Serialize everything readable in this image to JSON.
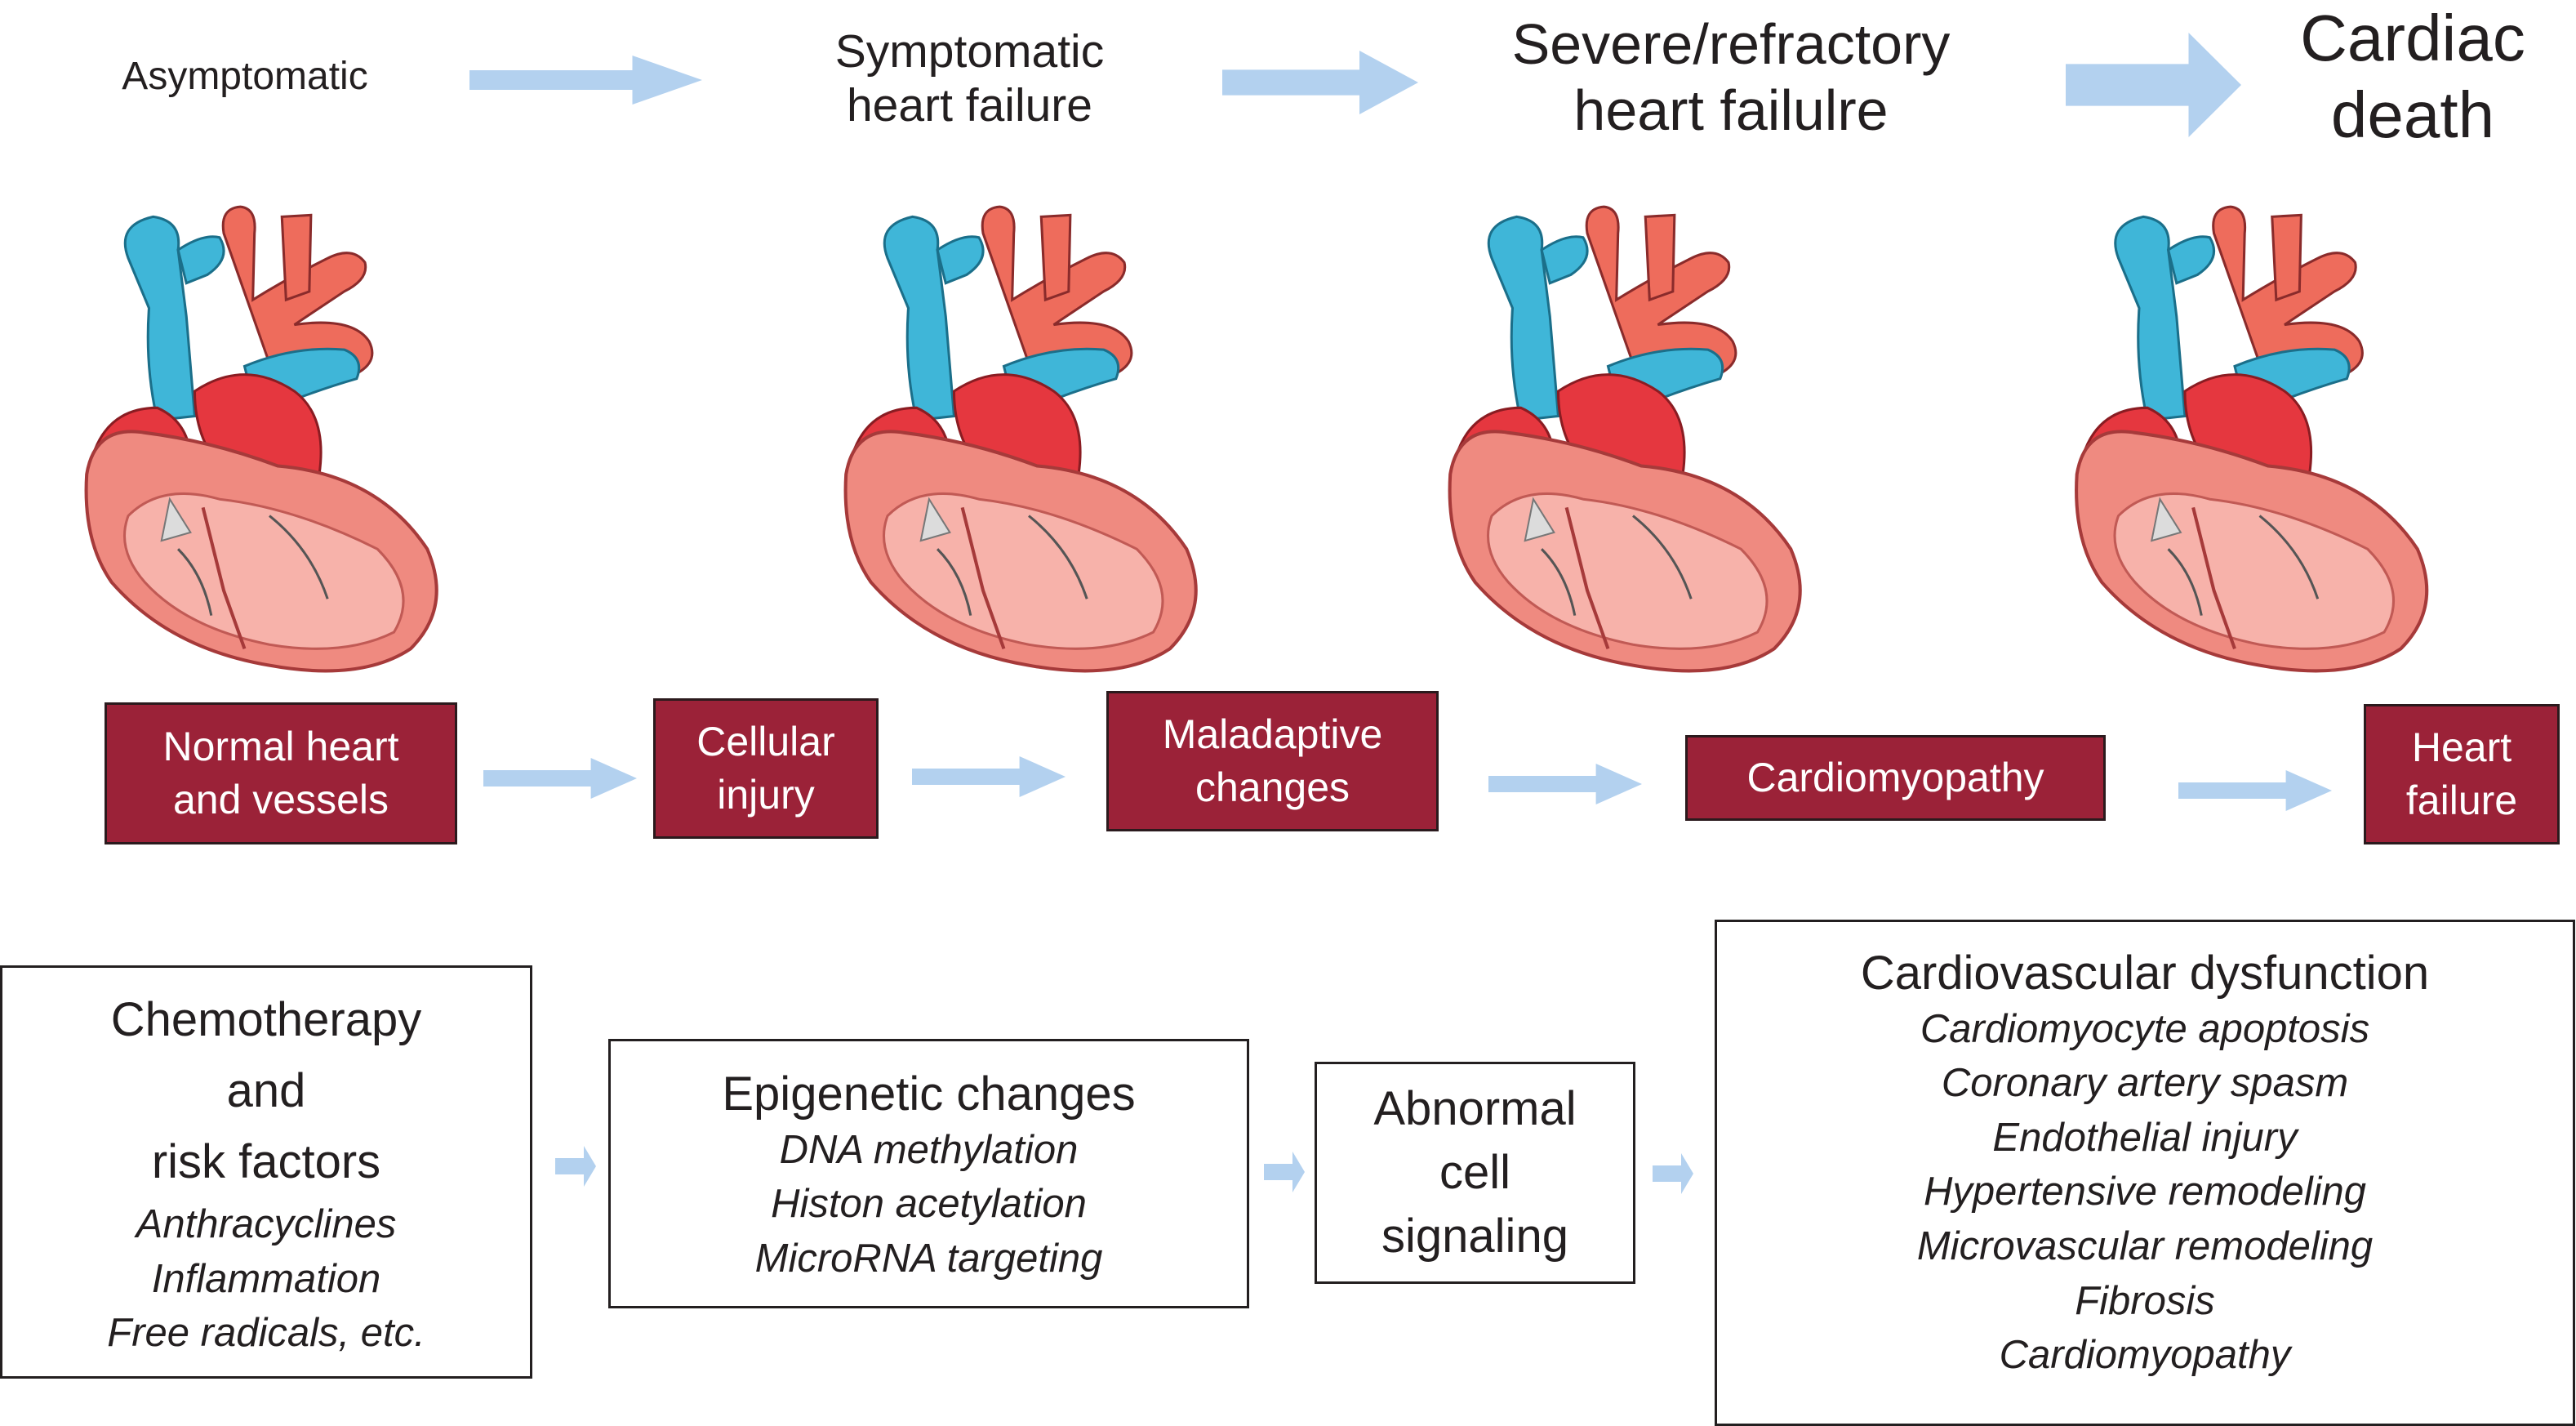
{
  "stages": [
    {
      "id": "asymptomatic",
      "label": "Asymptomatic"
    },
    {
      "id": "symptomatic",
      "label": "Symptomatic\nheart failure"
    },
    {
      "id": "severe",
      "label": "Severe/refractory\nheart failulre"
    },
    {
      "id": "death",
      "label": "Cardiac\ndeath"
    }
  ],
  "progression": [
    {
      "id": "normal",
      "label": "Normal heart\nand vessels"
    },
    {
      "id": "cellular",
      "label": "Cellular\ninjury"
    },
    {
      "id": "maladaptive",
      "label": "Maladaptive\nchanges"
    },
    {
      "id": "cardiomyopathy",
      "label": "Cardiomyopathy"
    },
    {
      "id": "heart_failure",
      "label": "Heart\nfailure"
    }
  ],
  "mechanisms": {
    "chemotherapy": {
      "heading": "Chemotherapy\nand\nrisk factors",
      "items": [
        "Anthracyclines",
        "Inflammation",
        "Free radicals, etc."
      ]
    },
    "epigenetic": {
      "heading": "Epigenetic changes",
      "items": [
        "DNA methylation",
        "Histon acetylation",
        "MicroRNA targeting"
      ]
    },
    "signaling": {
      "heading": "Abnormal\ncell\nsignaling"
    },
    "dysfunction": {
      "heading": "Cardiovascular dysfunction",
      "items": [
        "Cardiomyocyte apoptosis",
        "Coronary artery spasm",
        "Endothelial injury",
        "Hypertensive remodeling",
        "Microvascular remodeling",
        "Fibrosis",
        "Cardiomyopathy"
      ]
    }
  },
  "colors": {
    "arrow": "#b3d1ef",
    "box_fill": "#9b2238",
    "heart_muscle": "#ef8a80",
    "heart_inner": "#f7b2aa",
    "vessel_blue": "#3fb6d8",
    "vessel_red": "#e5373f"
  },
  "icons": [
    "heart-illustration",
    "arrow-right-icon"
  ]
}
